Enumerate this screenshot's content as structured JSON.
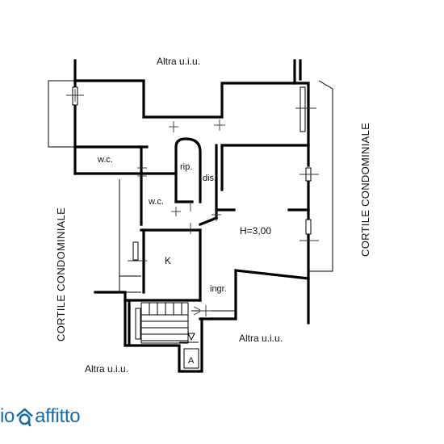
{
  "plan": {
    "labels": {
      "top_neighbor": "Altra u.i.u.",
      "bottom_left_neighbor": "Altra u.i.u.",
      "bottom_right_neighbor": "Altra u.i.u.",
      "courtyard_left": "CORTILE CONDOMINIALE",
      "courtyard_right": "CORTILE CONDOMINIALE",
      "wc_upper": "w.c.",
      "wc_lower": "w.c.",
      "storage": "rip.",
      "hallway": "dis.",
      "ceiling_height": "H=3,00",
      "kitchen": "K",
      "entrance": "ingr.",
      "lift": "A"
    }
  },
  "brand": {
    "prefix": "io",
    "name": "affitto",
    "color": "#1a6aa6"
  }
}
